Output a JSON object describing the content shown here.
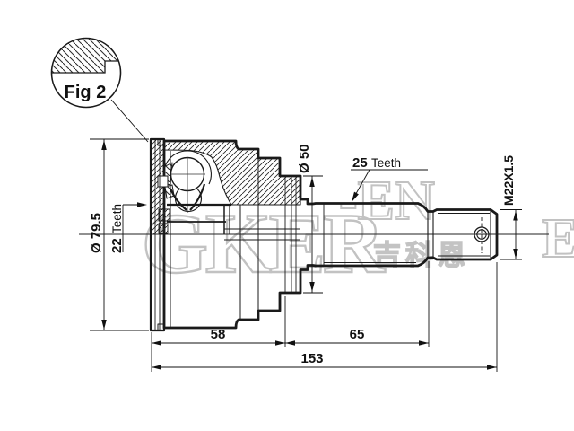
{
  "figure": {
    "label": "Fig 2"
  },
  "dimensions": {
    "outer_diameter": "Ø 79.5",
    "inner_teeth": {
      "number": "22",
      "word": "Teeth"
    },
    "boot_diameter": "Ø 50",
    "outer_teeth": {
      "number": "25",
      "word": "Teeth"
    },
    "thread": "M22X1.5",
    "length_body": "58",
    "length_shaft": "65",
    "length_total": "153"
  },
  "watermark": {
    "latin_main": "GKER",
    "latin_suffix": "-EN",
    "latin_partial": "E",
    "cjk": "吉科恩"
  },
  "colors": {
    "line": "#1a1a1a",
    "watermark": "#bcbcbc",
    "background": "#ffffff"
  }
}
